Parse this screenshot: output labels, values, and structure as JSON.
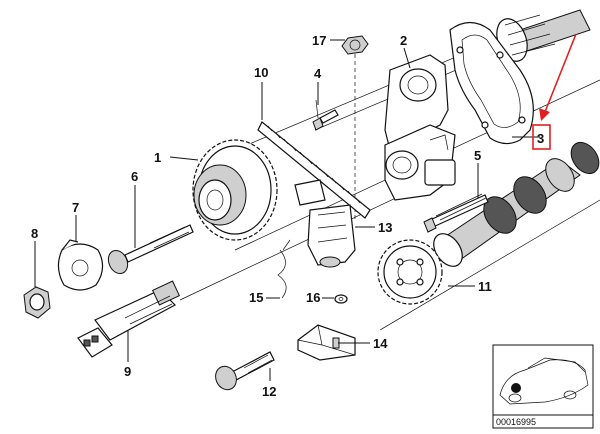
{
  "callouts": {
    "c1": "1",
    "c2": "2",
    "c3": "3",
    "c4": "4",
    "c5": "5",
    "c6": "6",
    "c7": "7",
    "c8": "8",
    "c9": "9",
    "c10": "10",
    "c11": "11",
    "c12": "12",
    "c13": "13",
    "c14": "14",
    "c15": "15",
    "c16": "16",
    "c17": "17"
  },
  "inset": {
    "reference_number": "00016995"
  },
  "highlight": {
    "box_color": "#e02020",
    "arrow_color": "#e02020"
  }
}
